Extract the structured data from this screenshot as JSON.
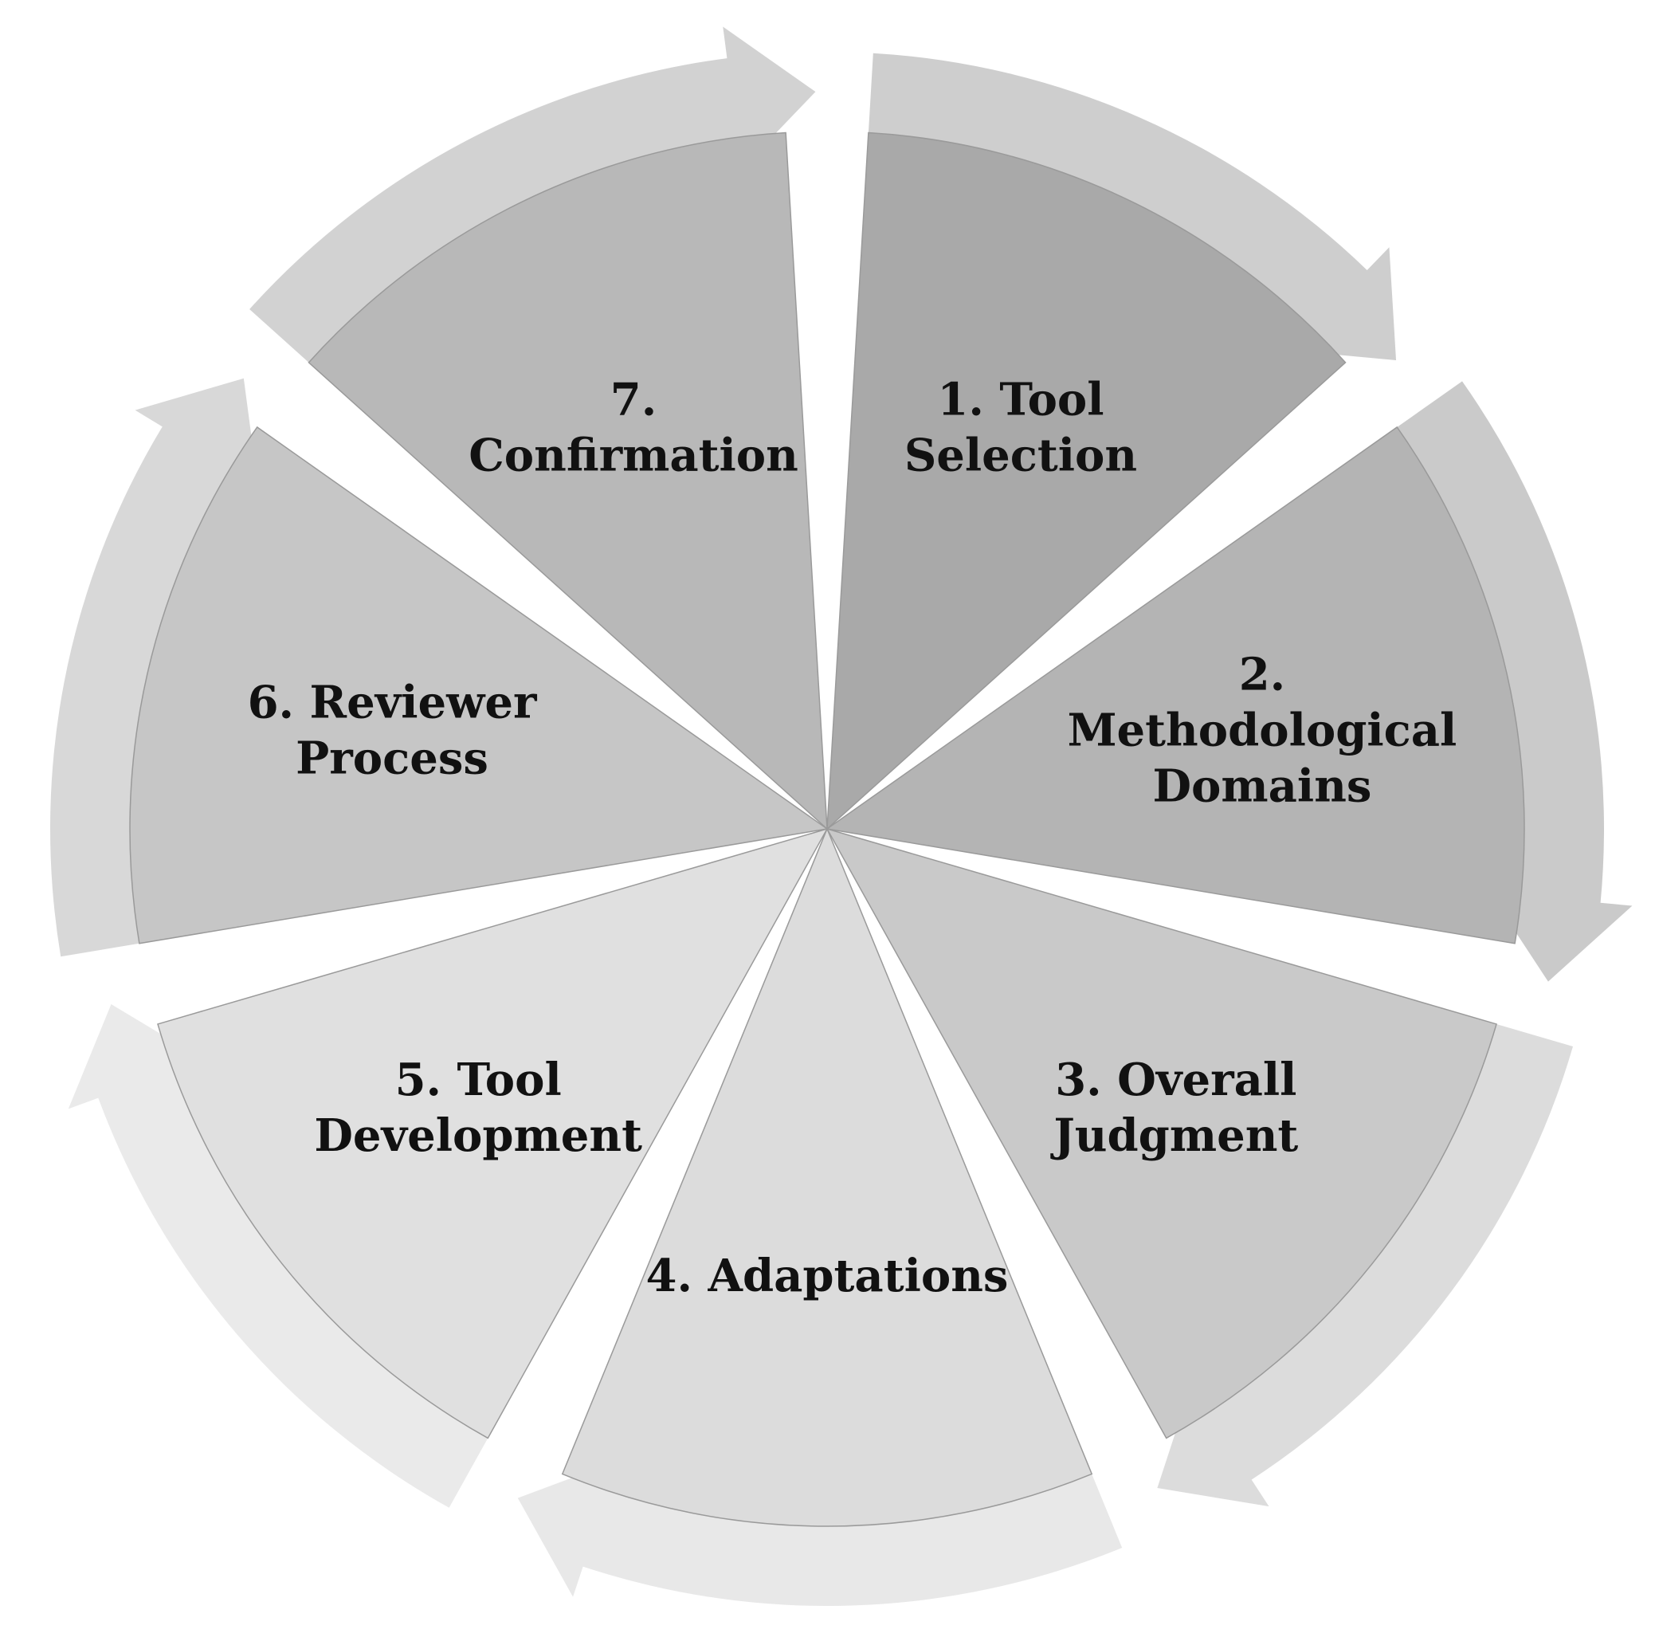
{
  "diagram": {
    "type": "cycle",
    "segments": [
      {
        "lines": [
          "1. Tool",
          "Selection"
        ],
        "fill": "#a9a9a9"
      },
      {
        "lines": [
          "2.",
          "Methodological",
          "Domains"
        ],
        "fill": "#b4b4b4"
      },
      {
        "lines": [
          "3. Overall",
          "Judgment"
        ],
        "fill": "#c9c9c9"
      },
      {
        "lines": [
          "4. Adaptations"
        ],
        "fill": "#dcdcdc"
      },
      {
        "lines": [
          "5. Tool",
          "Development"
        ],
        "fill": "#e0e0e0"
      },
      {
        "lines": [
          "6. Reviewer",
          "Process"
        ],
        "fill": "#c6c6c6"
      },
      {
        "lines": [
          "7.",
          "Confirmation"
        ],
        "fill": "#b8b8b8"
      }
    ],
    "arrow_fills": [
      "#c9c9c9",
      "#c4c4c4",
      "#d8d8d8",
      "#e6e6e6",
      "#e8e8e8",
      "#d4d4d4",
      "#cdcdcd"
    ],
    "arrow_direction": "clockwise"
  }
}
